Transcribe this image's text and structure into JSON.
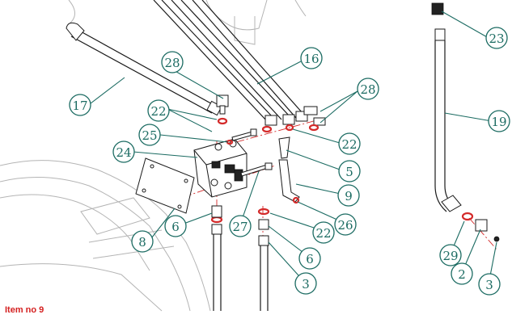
{
  "caption": "Item no 9",
  "callouts": [
    "28",
    "16",
    "28",
    "17",
    "22",
    "25",
    "22",
    "24",
    "5",
    "8",
    "27",
    "9",
    "26",
    "6",
    "22",
    "6",
    "3",
    "23",
    "19",
    "29",
    "2",
    "3"
  ],
  "colors": {
    "callout": "#1b6b62",
    "caption": "#d42020",
    "centerline": "#d42a2a"
  }
}
